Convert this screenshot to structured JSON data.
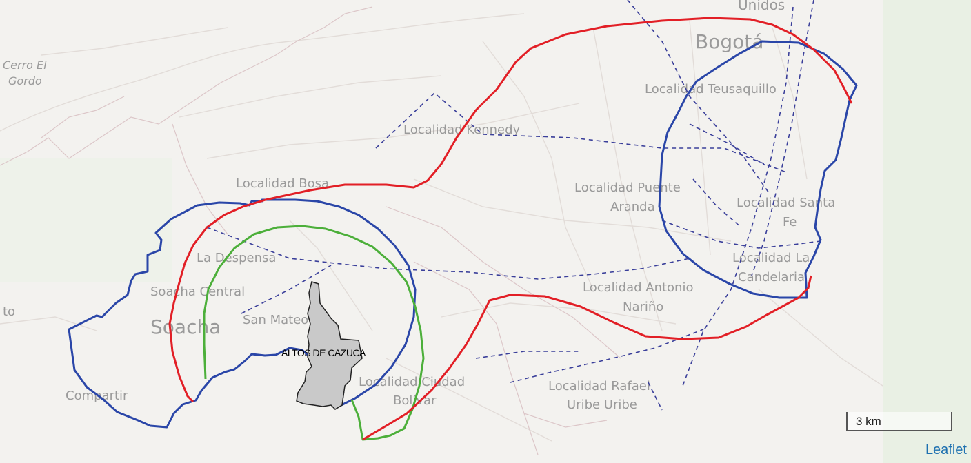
{
  "map": {
    "place_labels": [
      {
        "name": "place-label-unidos",
        "text": "Unidos"
      },
      {
        "name": "place-label-bogota",
        "text": "Bogotá"
      },
      {
        "name": "place-label-cerro-el",
        "text": "Cerro El"
      },
      {
        "name": "place-label-gordo",
        "text": "Gordo"
      },
      {
        "name": "place-label-teusaquillo",
        "text": "Localidad Teusaquillo"
      },
      {
        "name": "place-label-kennedy",
        "text": "Localidad Kennedy"
      },
      {
        "name": "place-label-bosa",
        "text": "Localidad Bosa"
      },
      {
        "name": "place-label-puente",
        "text": "Localidad Puente"
      },
      {
        "name": "place-label-aranda",
        "text": "Aranda"
      },
      {
        "name": "place-label-santa",
        "text": "Localidad Santa"
      },
      {
        "name": "place-label-fe",
        "text": "Fe"
      },
      {
        "name": "place-label-la-despensa",
        "text": "La Despensa"
      },
      {
        "name": "place-label-soacha-central",
        "text": "Soacha Central"
      },
      {
        "name": "place-label-candelaria-1",
        "text": "Localidad La"
      },
      {
        "name": "place-label-candelaria-2",
        "text": "Candelaria"
      },
      {
        "name": "place-label-antonio",
        "text": "Localidad Antonio"
      },
      {
        "name": "place-label-narino",
        "text": "Nariño"
      },
      {
        "name": "place-label-to",
        "text": "to"
      },
      {
        "name": "place-label-soacha",
        "text": "Soacha"
      },
      {
        "name": "place-label-san-mateo",
        "text": "San Mateo"
      },
      {
        "name": "place-label-ciudad",
        "text": "Localidad Ciudad"
      },
      {
        "name": "place-label-bolivar",
        "text": "Bolívar"
      },
      {
        "name": "place-label-compartir",
        "text": "Compartir"
      },
      {
        "name": "place-label-rafael",
        "text": "Localidad Rafael"
      },
      {
        "name": "place-label-uribe",
        "text": "Uribe Uribe"
      }
    ],
    "highlight_area": "ALTOS DE CAZUCA",
    "route_colors": {
      "red": "#e21f26",
      "blue": "#2a46a8",
      "green": "#4caf3a",
      "dashed": "#3a3f9a"
    }
  },
  "scale_label": "3 km",
  "attribution": "Leaflet"
}
